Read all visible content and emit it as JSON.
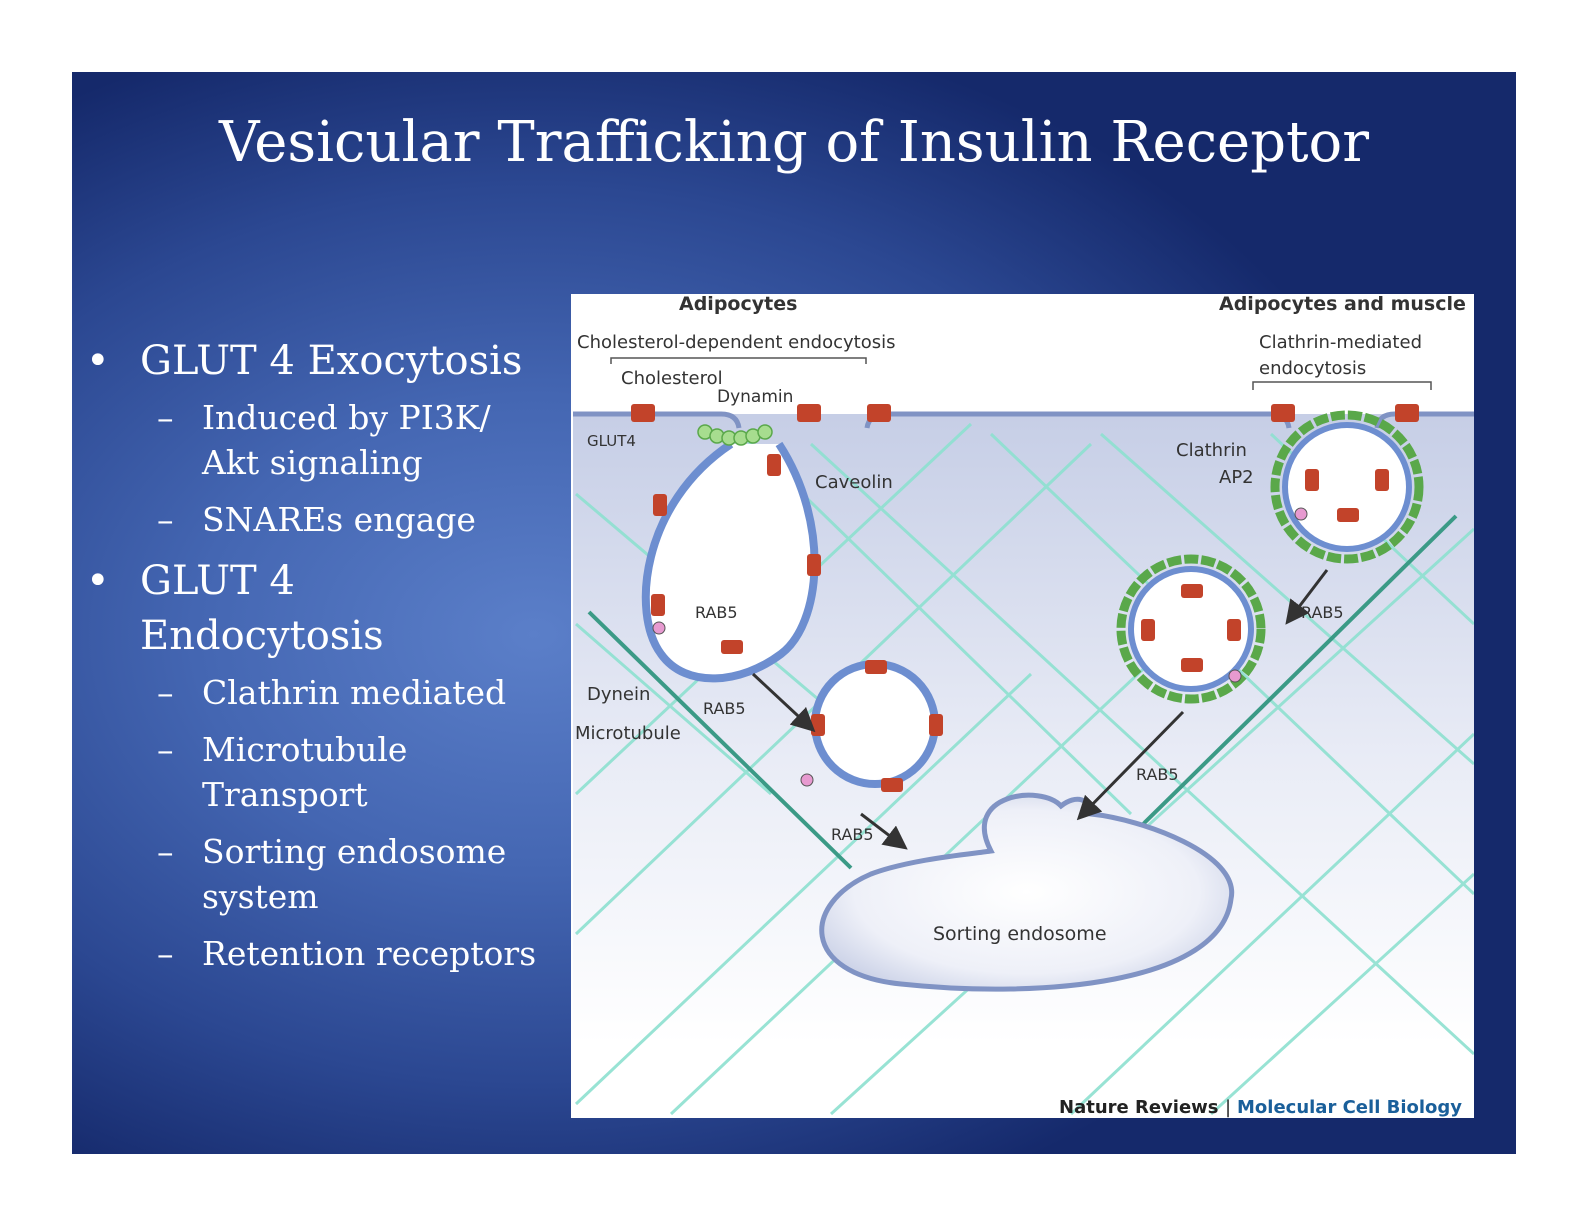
{
  "slide": {
    "title": "Vesicular Trafficking of Insulin Receptor",
    "bullets": [
      {
        "text": "GLUT 4 Exocytosis",
        "subs": [
          "Induced by PI3K/ Akt signaling",
          "SNAREs engage"
        ]
      },
      {
        "text": "GLUT 4 Endocytosis",
        "subs": [
          "Clathrin mediated",
          "Microtubule Transport",
          "Sorting endosome system",
          "Retention receptors"
        ]
      }
    ],
    "bullet_glyph": "•",
    "dash_glyph": "–"
  },
  "figure": {
    "left_header": "Adipocytes",
    "right_header": "Adipocytes and muscle",
    "left_pathway": "Cholesterol-dependent endocytosis",
    "right_pathway_line1": "Clathrin-mediated",
    "right_pathway_line2": "endocytosis",
    "labels": {
      "cholesterol": "Cholesterol",
      "dynamin": "Dynamin",
      "glut4": "GLUT4",
      "caveolin": "Caveolin",
      "rab5": "RAB5",
      "dynein": "Dynein",
      "microtubule": "Microtubule",
      "clathrin": "Clathrin",
      "ap2": "AP2",
      "sorting_endosome": "Sorting endosome"
    },
    "credit_journal": "Nature Reviews",
    "credit_separator": "|",
    "credit_subtitle": "Molecular Cell Biology",
    "colors": {
      "membrane": "#8093c4",
      "cytosol_top": "#c6cee6",
      "microtubule": "#6fd3c0",
      "glut4": "#c2432a",
      "clathrin": "#5aa84a",
      "dynamin": "#a7dd8f",
      "credit_blue": "#1a5f9a"
    }
  }
}
